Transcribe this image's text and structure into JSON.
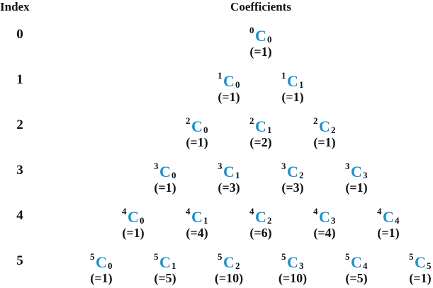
{
  "header": {
    "index_label": "Index",
    "coefficients_label": "Coefficients"
  },
  "colors": {
    "symbol": "#1b8fcf",
    "text": "#111111"
  },
  "symbol_letter": "C",
  "rows": [
    {
      "index": "0",
      "terms": [
        {
          "n": "0",
          "k": "0",
          "value": "(=1)"
        }
      ]
    },
    {
      "index": "1",
      "terms": [
        {
          "n": "1",
          "k": "0",
          "value": "(=1)"
        },
        {
          "n": "1",
          "k": "1",
          "value": "(=1)"
        }
      ]
    },
    {
      "index": "2",
      "terms": [
        {
          "n": "2",
          "k": "0",
          "value": "(=1)"
        },
        {
          "n": "2",
          "k": "1",
          "value": "(=2)"
        },
        {
          "n": "2",
          "k": "2",
          "value": "(=1)"
        }
      ]
    },
    {
      "index": "3",
      "terms": [
        {
          "n": "3",
          "k": "0",
          "value": "(=1)"
        },
        {
          "n": "3",
          "k": "1",
          "value": "(=3)"
        },
        {
          "n": "3",
          "k": "2",
          "value": "(=3)"
        },
        {
          "n": "3",
          "k": "3",
          "value": "(=1)"
        }
      ]
    },
    {
      "index": "4",
      "terms": [
        {
          "n": "4",
          "k": "0",
          "value": "(=1)"
        },
        {
          "n": "4",
          "k": "1",
          "value": "(=4)"
        },
        {
          "n": "4",
          "k": "2",
          "value": "(=6)"
        },
        {
          "n": "4",
          "k": "3",
          "value": "(=4)"
        },
        {
          "n": "4",
          "k": "4",
          "value": "(=1)"
        }
      ]
    },
    {
      "index": "5",
      "terms": [
        {
          "n": "5",
          "k": "0",
          "value": "(=1)"
        },
        {
          "n": "5",
          "k": "1",
          "value": "(=5)"
        },
        {
          "n": "5",
          "k": "2",
          "value": "(=10)"
        },
        {
          "n": "5",
          "k": "3",
          "value": "(=10)"
        },
        {
          "n": "5",
          "k": "4",
          "value": "(=5)"
        },
        {
          "n": "5",
          "k": "5",
          "value": "(=1)"
        }
      ]
    }
  ]
}
